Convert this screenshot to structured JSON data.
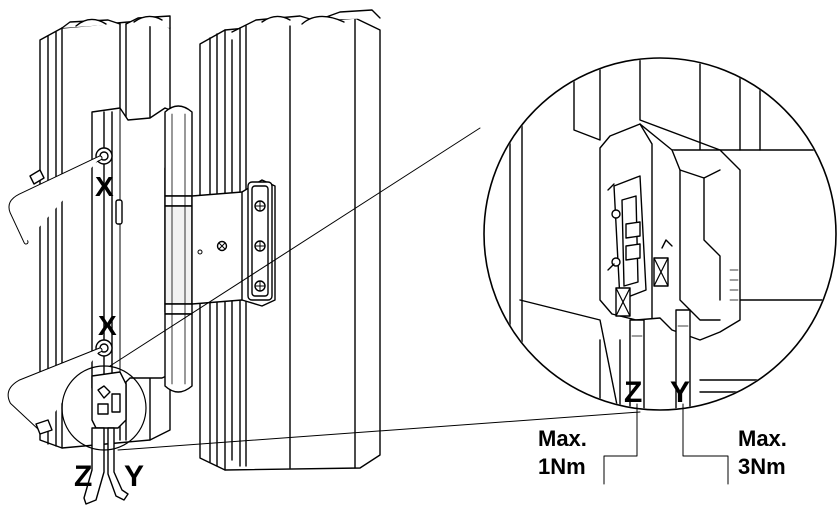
{
  "labels": {
    "x_upper": "X",
    "x_lower": "X",
    "z_main": "Z",
    "y_main": "Y",
    "z_detail": "Z",
    "y_detail": "Y"
  },
  "torque": {
    "z": {
      "line1": "Max.",
      "line2": "1Nm"
    },
    "y": {
      "line1": "Max.",
      "line2": "3Nm"
    }
  },
  "colors": {
    "stroke": "#000000",
    "fill": "#ffffff",
    "shade": "#d9d9d9"
  },
  "icons": [
    "allen-key-icon",
    "screw-icon",
    "hinge-icon"
  ]
}
